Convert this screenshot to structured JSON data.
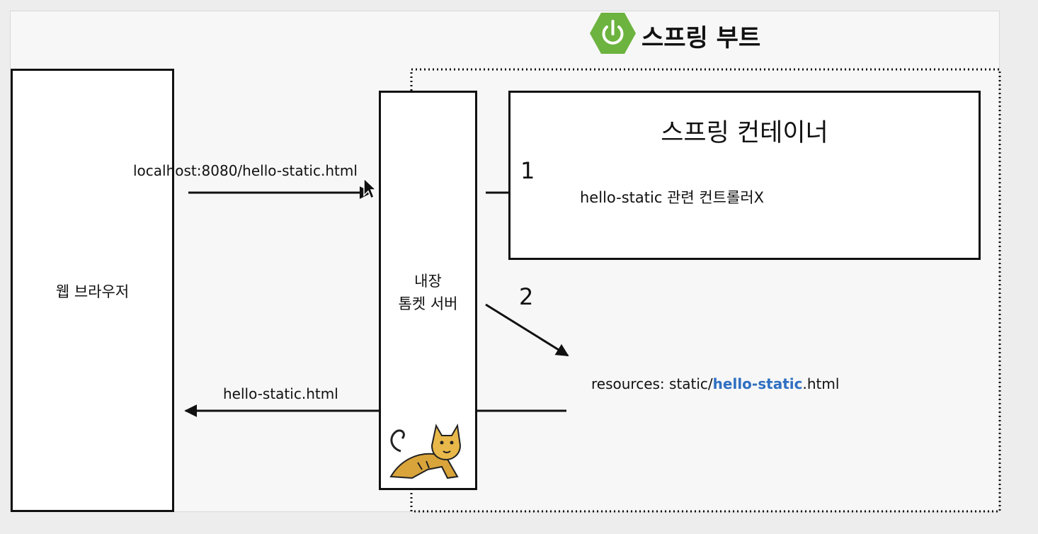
{
  "spring_boot": {
    "title": "스프링 부트",
    "logo_color": "#6cb33f"
  },
  "browser": {
    "label": "웹 브라우저"
  },
  "tomcat": {
    "line1": "내장",
    "line2": "톰켓 서버"
  },
  "container": {
    "title": "스프링 컨테이너",
    "controller_text": "hello-static 관련 컨트롤러X"
  },
  "flow": {
    "request_url": "localhost:8080/hello-static.html",
    "step1": "1",
    "step2": "2",
    "resource_prefix": "resources: static/",
    "resource_name": "hello-static",
    "resource_suffix": ".html",
    "resource_highlight_color": "#2f6fc1",
    "response_label": "hello-static.html"
  }
}
